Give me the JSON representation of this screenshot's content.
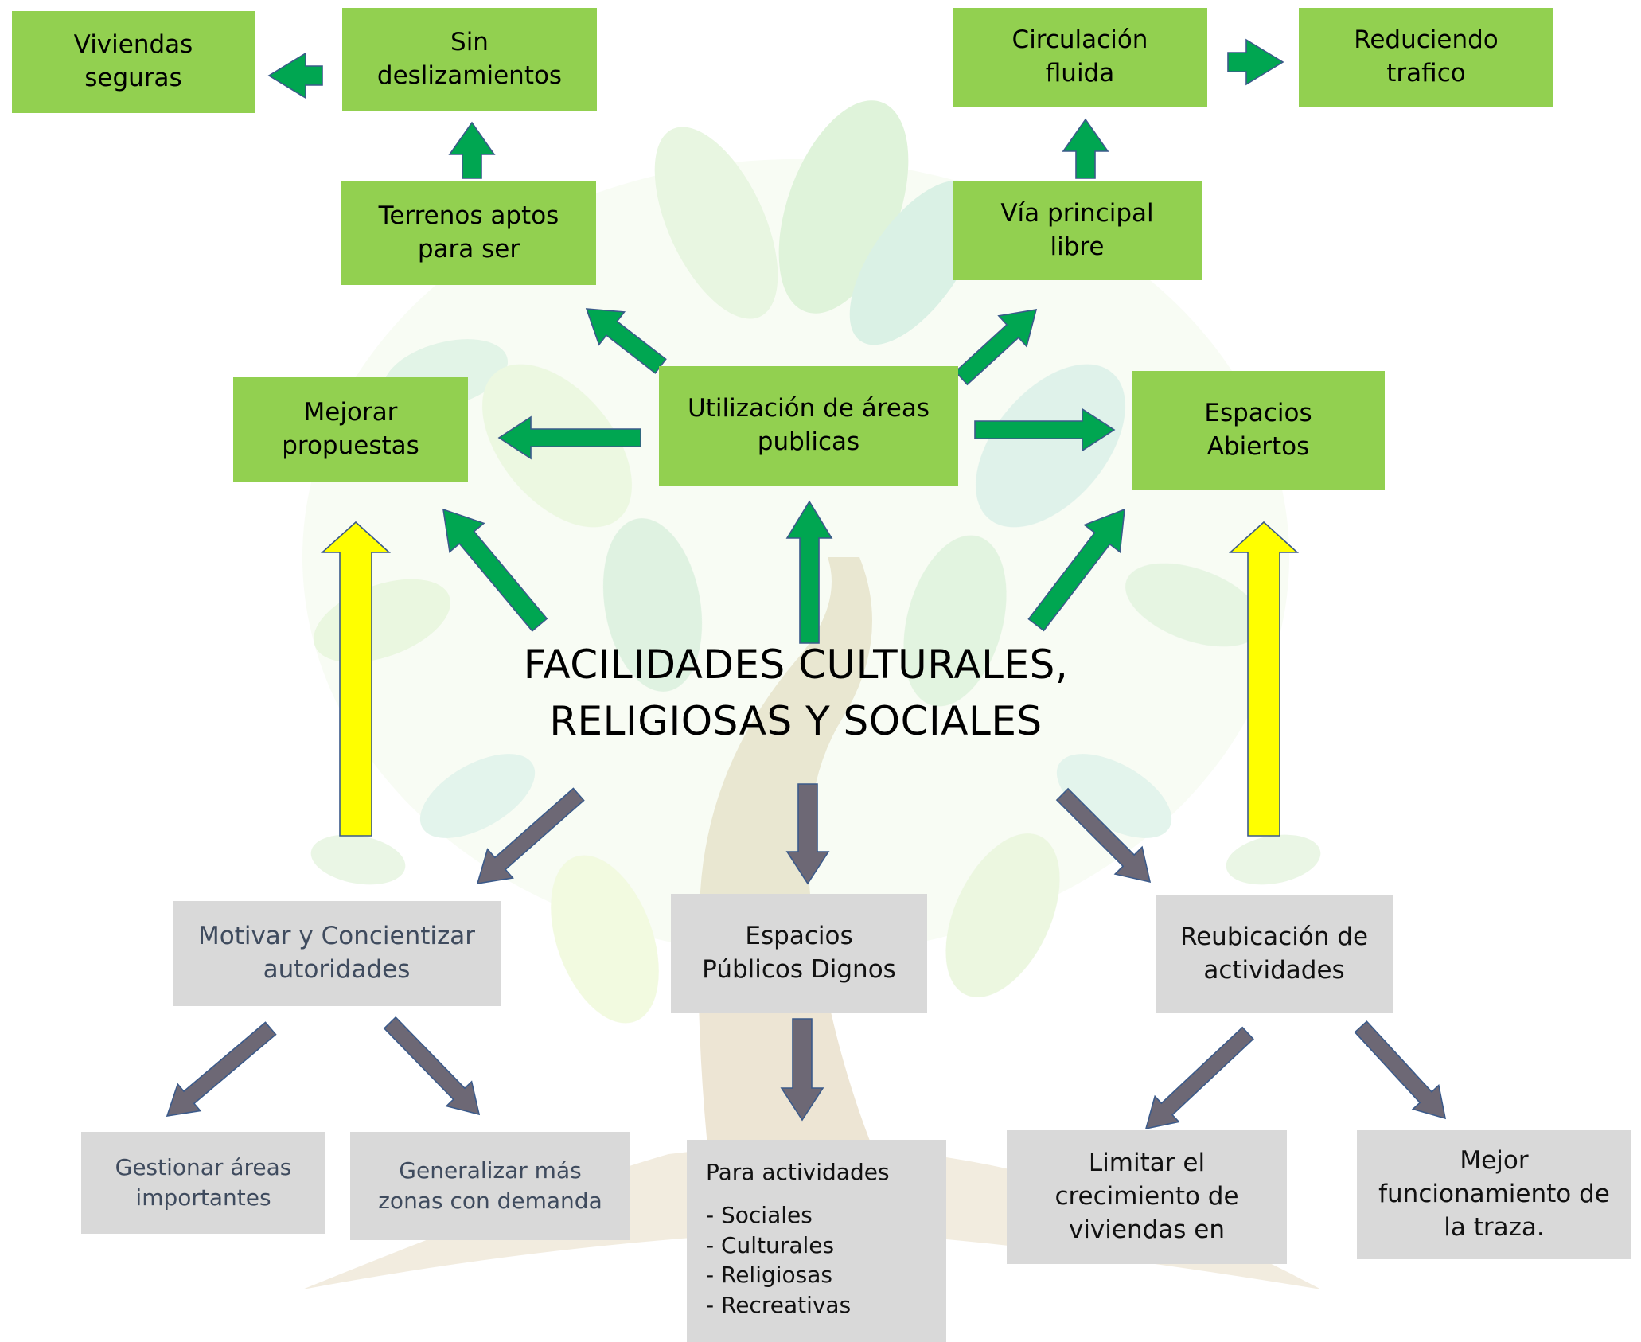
{
  "colors": {
    "green_box": "#92d050",
    "green_arrow": "#00a651",
    "yellow_arrow": "#ffff00",
    "grey_box": "#d9d9d9",
    "grey_arrow": "#6d6875"
  },
  "title": {
    "line1": "FACILIDADES CULTURALES,",
    "line2": "RELIGIOSAS Y SOCIALES"
  },
  "green_boxes": {
    "viviendas": [
      "Viviendas",
      "seguras"
    ],
    "sin_desliz": [
      "Sin",
      "deslizamientos"
    ],
    "circulacion": [
      "Circulación",
      "fluida"
    ],
    "reduciendo": [
      "Reduciendo",
      "trafico"
    ],
    "terrenos": [
      "Terrenos aptos",
      "para ser"
    ],
    "via": [
      "Vía principal",
      "libre"
    ],
    "mejorar": [
      "Mejorar",
      "propuestas"
    ],
    "utilizacion": [
      "Utilización de áreas",
      "publicas"
    ],
    "espacios_abiertos": [
      "Espacios",
      "Abiertos"
    ]
  },
  "grey_boxes": {
    "motivar": [
      "Motivar y Concientizar",
      "autoridades"
    ],
    "espacios_publicos": [
      "Espacios",
      "Públicos Dignos"
    ],
    "reubicacion": [
      "Reubicación de",
      "actividades"
    ],
    "gestionar": [
      "Gestionar áreas",
      "importantes"
    ],
    "generalizar": [
      "Generalizar más",
      "zonas con demanda"
    ],
    "limitar": [
      "Limitar el",
      "crecimiento de",
      "viviendas en"
    ],
    "mejor_func": [
      "Mejor",
      "funcionamiento de",
      "la traza."
    ]
  },
  "actividades": {
    "heading": "Para actividades",
    "items": [
      "- Sociales",
      "- Culturales",
      "- Religiosas",
      "- Recreativas"
    ]
  }
}
